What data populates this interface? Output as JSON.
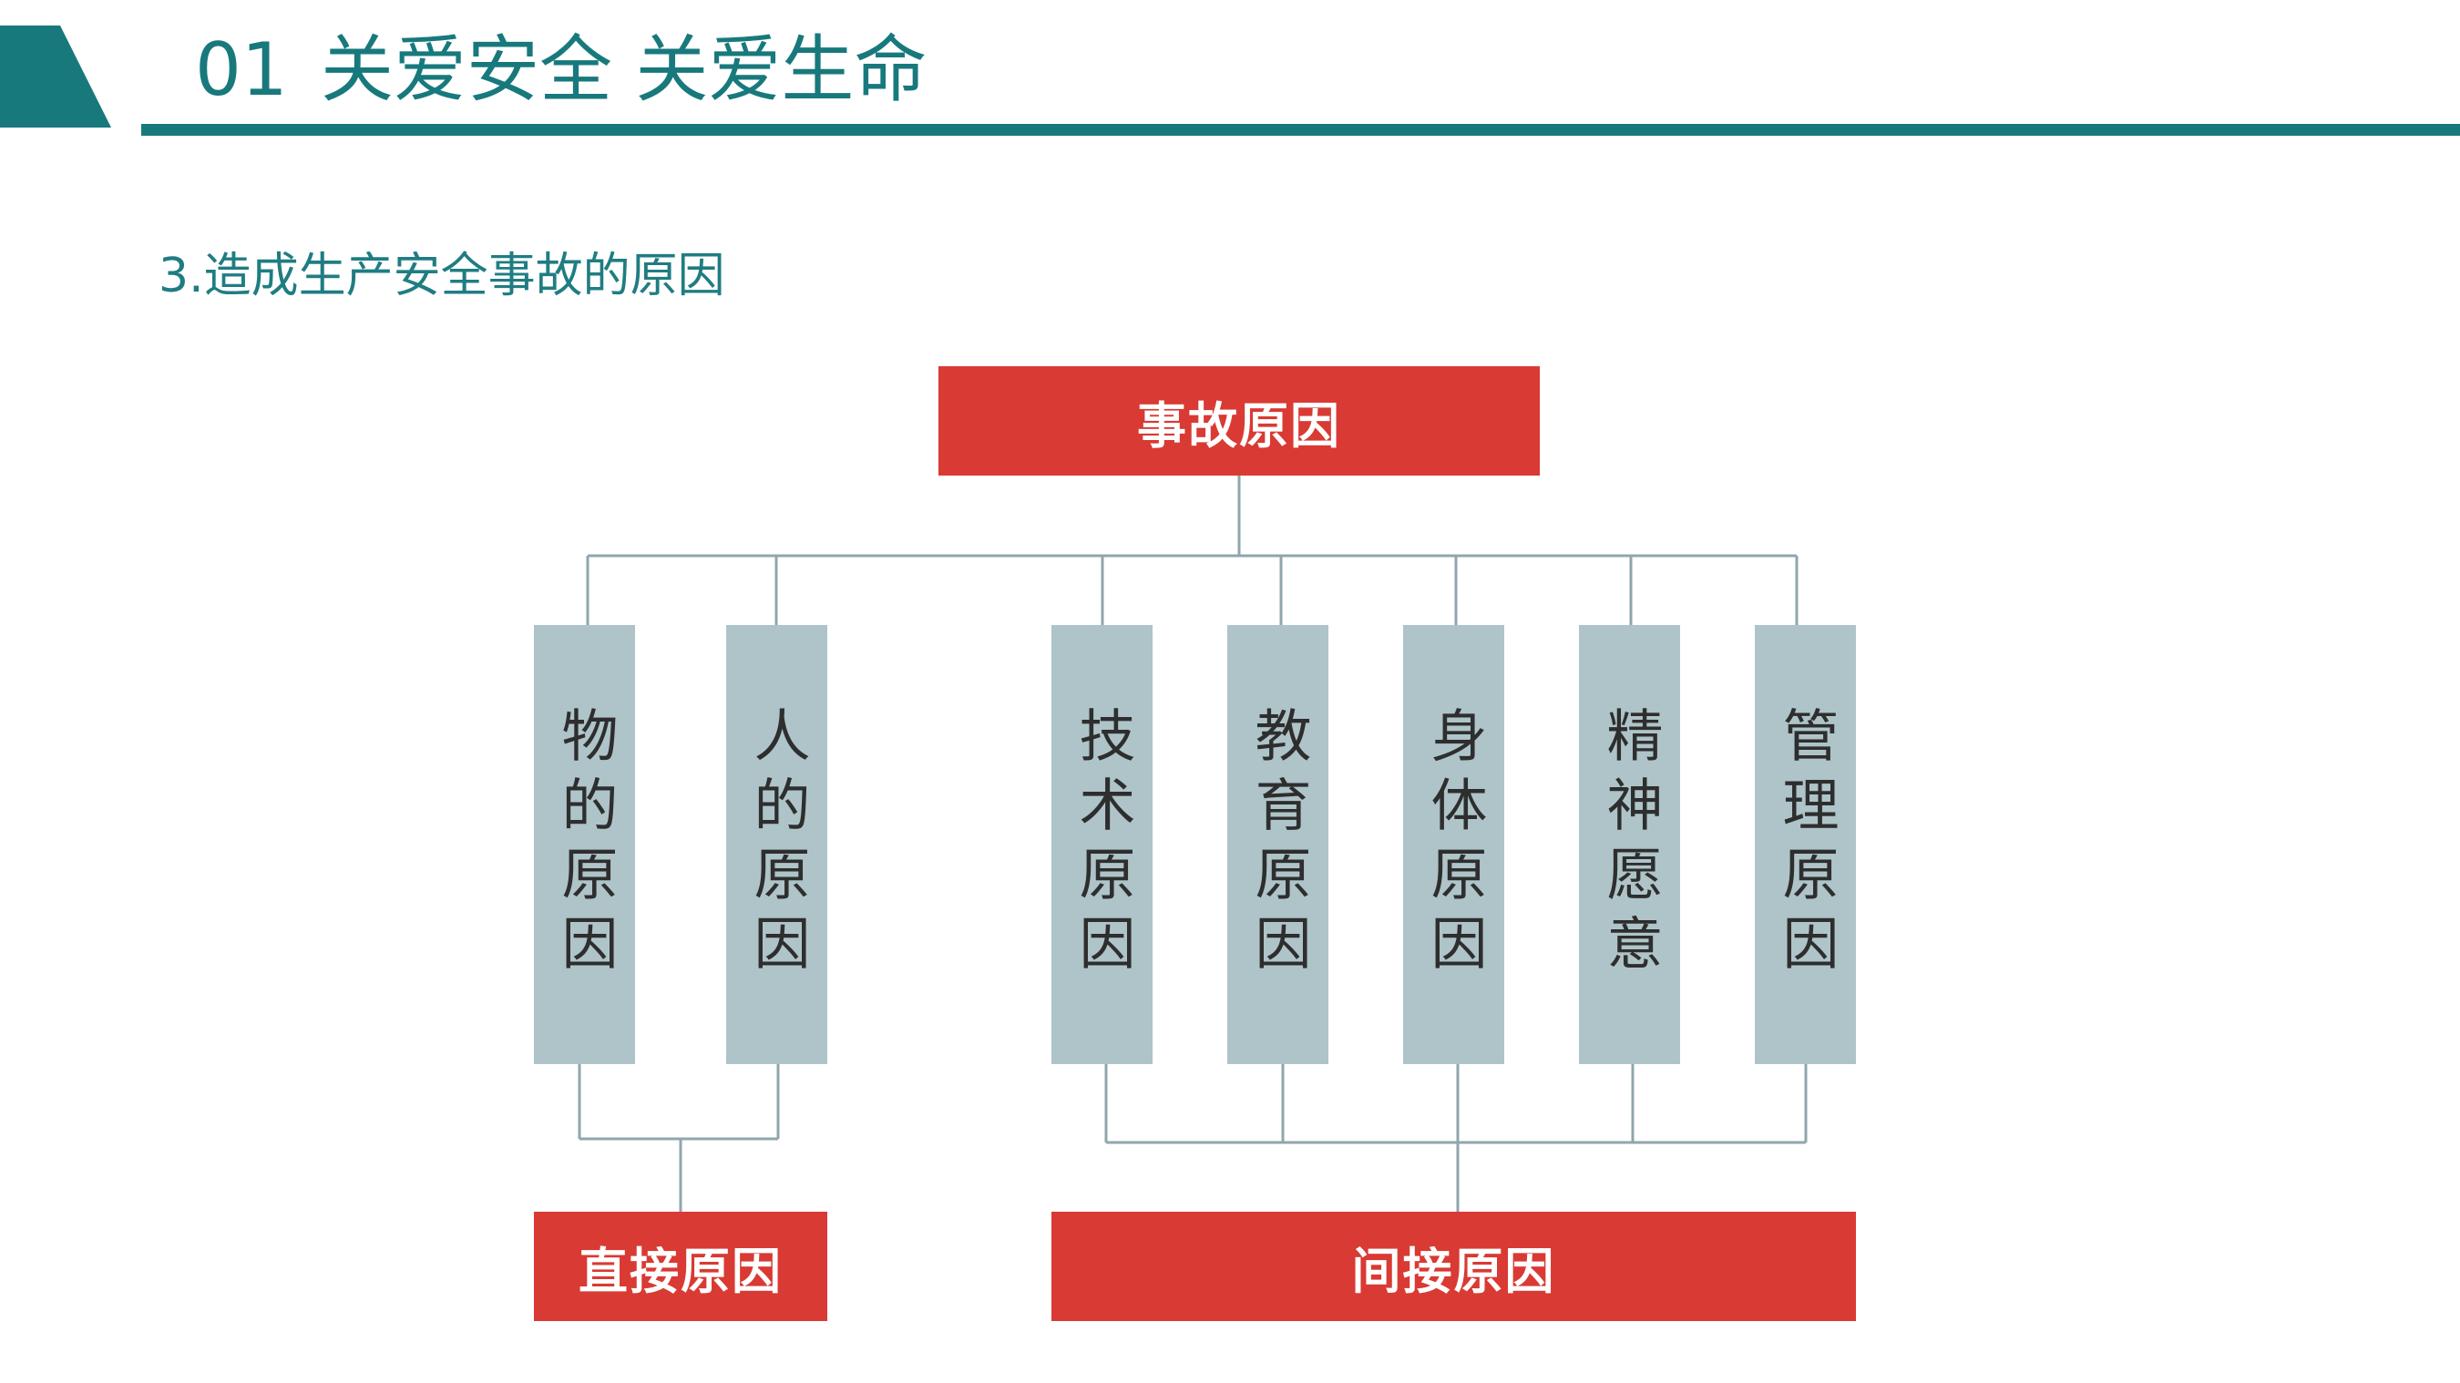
{
  "header": {
    "number": "01",
    "title": "关爱安全 关爱生命"
  },
  "subtitle": "3.造成生产安全事故的原因",
  "diagram": {
    "root": "事故原因",
    "causes": [
      {
        "label": "物的原因",
        "group": "direct"
      },
      {
        "label": "人的原因",
        "group": "direct"
      },
      {
        "label": "技术原因",
        "group": "indirect"
      },
      {
        "label": "教育原因",
        "group": "indirect"
      },
      {
        "label": "身体原因",
        "group": "indirect"
      },
      {
        "label": "精神愿意",
        "group": "indirect"
      },
      {
        "label": "管理原因",
        "group": "indirect"
      }
    ],
    "groups": {
      "direct": "直接原因",
      "indirect": "间接原因"
    }
  },
  "colors": {
    "teal": "#18797d",
    "red": "#d93a33",
    "pillar": "#aec4c9",
    "line": "#8fa6ad"
  }
}
